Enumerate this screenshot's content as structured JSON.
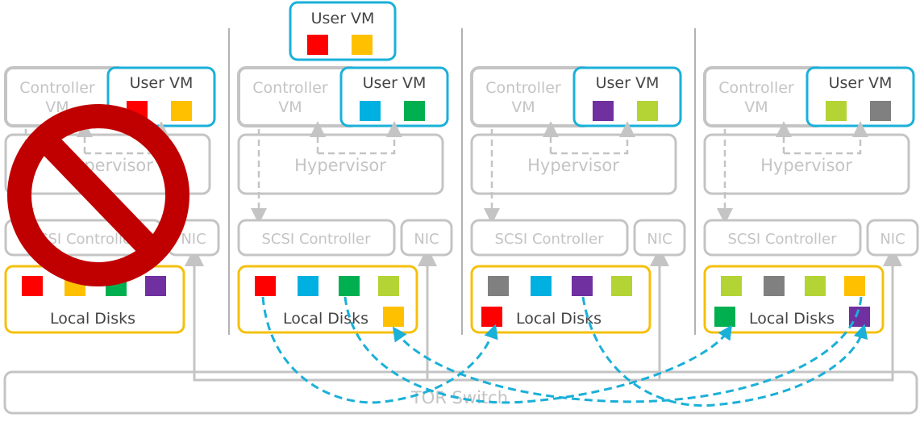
{
  "labels": {
    "controller_line1": "Controller",
    "controller_line2": "VM",
    "user_vm": "User VM",
    "hypervisor": "Hypervisor",
    "scsi": "SCSI Controller",
    "nic": "NIC",
    "local_disks": "Local Disks",
    "tor_switch": "TOR Switch"
  },
  "colors": {
    "red": "#ff0000",
    "yellow": "#ffc000",
    "green": "#00b050",
    "purple": "#7030a0",
    "blue": "#00b0e0",
    "lime": "#b4d335",
    "gray": "#808080",
    "vm_border": "#1ab0d8",
    "disk_border": "#f5c00c",
    "infra": "#c4c4c4",
    "prohibited": "#c00000",
    "replication": "#1ab0d8"
  },
  "migrated_vm": {
    "label": "User VM",
    "data": [
      "red",
      "yellow"
    ]
  },
  "nodes": [
    {
      "failed": true,
      "vm_data": [
        "red",
        "yellow"
      ],
      "disks_row1": [
        "red",
        "yellow",
        "green",
        "purple"
      ],
      "disks_row2_left": null,
      "disks_row2_right": null
    },
    {
      "failed": false,
      "vm_data": [
        "blue",
        "green"
      ],
      "disks_row1": [
        "red",
        "blue",
        "green",
        "lime"
      ],
      "disks_row2_left": null,
      "disks_row2_right": "yellow"
    },
    {
      "failed": false,
      "vm_data": [
        "purple",
        "lime"
      ],
      "disks_row1": [
        "gray",
        "blue",
        "purple",
        "lime"
      ],
      "disks_row2_left": "red",
      "disks_row2_right": null
    },
    {
      "failed": false,
      "vm_data": [
        "lime",
        "gray"
      ],
      "disks_row1": [
        "lime",
        "gray",
        "lime",
        "yellow"
      ],
      "disks_row2_left": "green",
      "disks_row2_right": "purple"
    }
  ]
}
